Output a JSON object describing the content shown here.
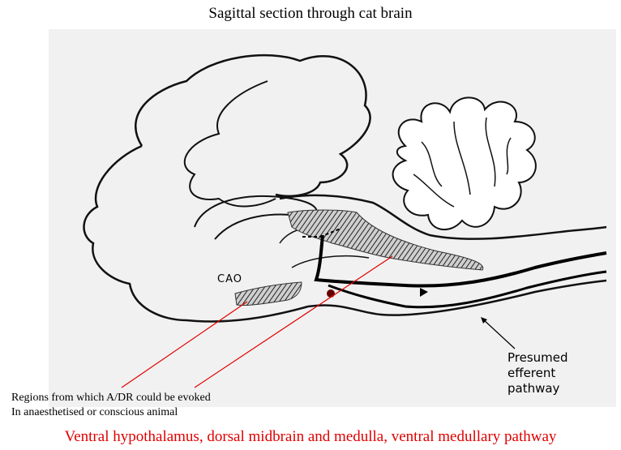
{
  "title": "Sagittal section through cat brain",
  "labels": {
    "cao": "CAO",
    "presumed_line1": "Presumed",
    "presumed_line2": "efferent",
    "presumed_line3": "pathway"
  },
  "regions_note": {
    "line1": "Regions from which A/DR could be evoked",
    "line2": "In anaesthetised  or conscious animal"
  },
  "caption": "Ventral hypothalamus, dorsal midbrain and medulla, ventral medullary pathway",
  "colors": {
    "title": "#000000",
    "caption": "#e00000",
    "pointer_lines": "#e00000",
    "outline": "#111111",
    "background_panel": "#f1f1f1"
  }
}
